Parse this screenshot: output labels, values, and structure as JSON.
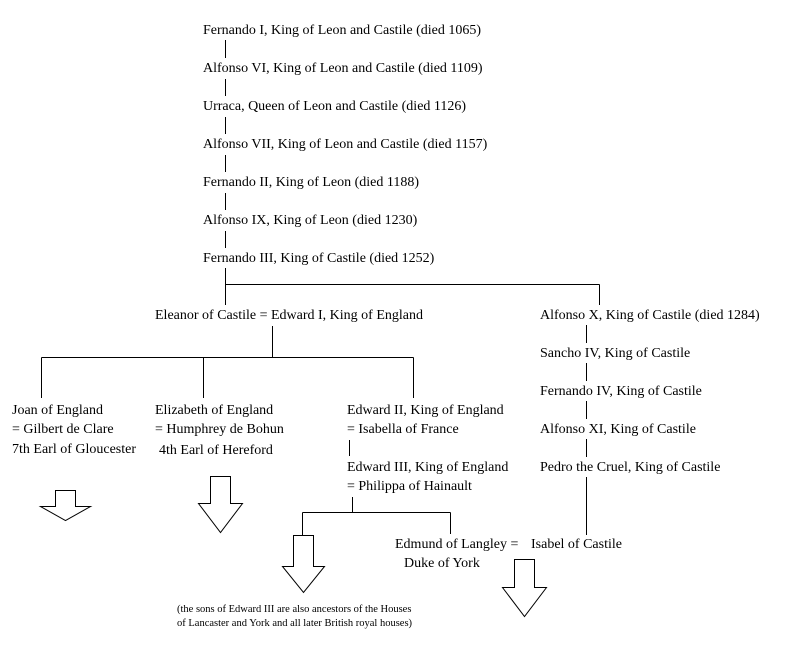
{
  "castile_line": {
    "fernando_i": "Fernando I, King of Leon and Castile (died 1065)",
    "alfonso_vi": "Alfonso VI, King of Leon and Castile (died 1109)",
    "urraca": "Urraca, Queen of Leon and Castile (died 1126)",
    "alfonso_vii": "Alfonso VII, King of Leon and Castile (died 1157)",
    "fernando_ii": "Fernando II, King of Leon (died 1188)",
    "alfonso_ix": "Alfonso IX, King of Leon (died 1230)",
    "fernando_iii": "Fernando III, King of Castile (died 1252)"
  },
  "english_branch": {
    "eleanor_edward": "Eleanor of Castile = Edward I, King of England",
    "joan": [
      "Joan of England",
      "= Gilbert de Clare",
      "7th Earl of Gloucester"
    ],
    "elizabeth": [
      "Elizabeth of England",
      "= Humphrey de Bohun",
      "4th Earl of Hereford"
    ],
    "edward_ii": [
      "Edward II, King of England",
      "= Isabella of France"
    ],
    "edward_iii": [
      "Edward III, King of England",
      "= Philippa of Hainault"
    ],
    "edmund": [
      "Edmund of Langley =",
      "Duke of York"
    ],
    "note": [
      "(the sons of Edward III are also ancestors of the Houses",
      "of Lancaster and York and all later British royal houses)"
    ]
  },
  "castilian_branch": {
    "alfonso_x": "Alfonso X, King of Castile (died 1284)",
    "sancho_iv": "Sancho IV, King of Castile",
    "fernando_iv": "Fernando IV, King of Castile",
    "alfonso_xi": "Alfonso XI, King of Castile",
    "pedro": "Pedro the Cruel, King of Castile",
    "isabel": "Isabel of Castile"
  }
}
